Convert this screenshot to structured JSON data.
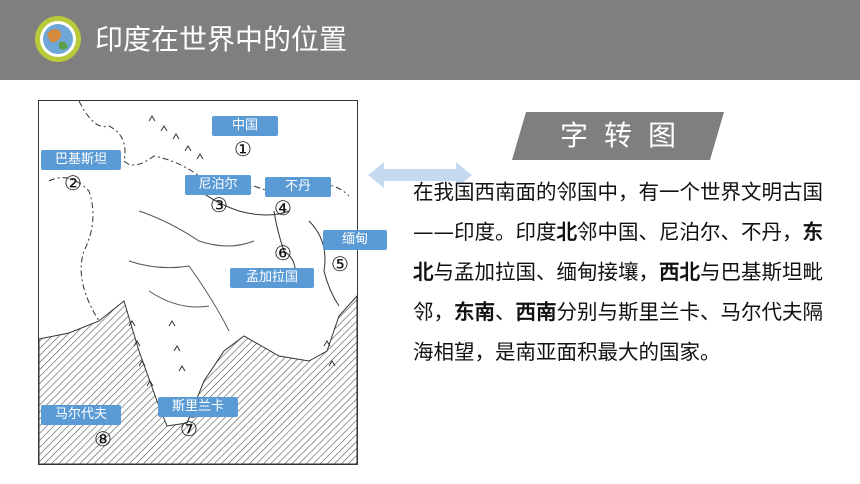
{
  "header": {
    "title": "印度在世界中的位置",
    "logo_icon": "globe-logo-icon"
  },
  "map": {
    "labels": [
      {
        "id": "china",
        "text": "中国",
        "num": "①"
      },
      {
        "id": "pakistan",
        "text": "巴基斯坦",
        "num": "②"
      },
      {
        "id": "nepal",
        "text": "尼泊尔",
        "num": "③"
      },
      {
        "id": "bhutan",
        "text": "不丹",
        "num": "④"
      },
      {
        "id": "myanmar",
        "text": "缅甸",
        "num": "⑤"
      },
      {
        "id": "bangladesh",
        "text": "孟加拉国",
        "num": "⑥"
      },
      {
        "id": "srilanka",
        "text": "斯里兰卡",
        "num": "⑦"
      },
      {
        "id": "maldives",
        "text": "马尔代夫",
        "num": "⑧"
      }
    ]
  },
  "banner": {
    "text": "字转图"
  },
  "paragraph": {
    "p1": "在我国西南面的邻国中，有一个世界文明古国——印度。印度",
    "b1": "北",
    "p2": "邻中国、尼泊尔、不丹，",
    "b2": "东北",
    "p3": "与孟加拉国、缅甸接壤，",
    "b3": "西北",
    "p4": "与巴基斯坦毗邻，",
    "b4": "东南",
    "p5": "、",
    "b5": "西南",
    "p6": "分别与斯里兰卡、马尔代夫隔海相望，是南亚面积最大的国家。"
  },
  "colors": {
    "header_bg": "#7f7f7f",
    "tag_bg": "#5b9bd5",
    "banner_bg": "#7f7f7f",
    "arrow": "#c5d9ef"
  }
}
